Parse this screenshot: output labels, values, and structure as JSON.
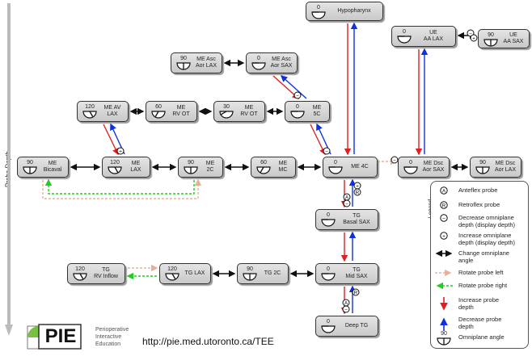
{
  "side_label": "Probe Depth",
  "nodes": [
    {
      "id": "hypopharynx",
      "angle": "0",
      "label": "Hypopharynx"
    },
    {
      "id": "ue-aa-lax",
      "angle": "0",
      "label": "UE\nAA LAX"
    },
    {
      "id": "ue-aa-sax",
      "angle": "90",
      "label": "UE\nAA SAX"
    },
    {
      "id": "me-asc-aor-lax",
      "angle": "90",
      "label": "ME Asc\nAor LAX"
    },
    {
      "id": "me-asc-aor-sax",
      "angle": "0",
      "label": "ME Asc\nAor SAX"
    },
    {
      "id": "me-av-lax",
      "angle": "120",
      "label": "ME AV\nLAX"
    },
    {
      "id": "me-rv-ot-60",
      "angle": "60",
      "label": "ME\nRV OT"
    },
    {
      "id": "me-rv-ot-30",
      "angle": "30",
      "label": "ME\nRV OT"
    },
    {
      "id": "me-5c",
      "angle": "0",
      "label": "ME\n5C"
    },
    {
      "id": "me-bicaval",
      "angle": "90",
      "label": "ME\nBicaval"
    },
    {
      "id": "me-lax",
      "angle": "120",
      "label": "ME\nLAX"
    },
    {
      "id": "me-2c",
      "angle": "90",
      "label": "ME\n2C"
    },
    {
      "id": "me-mc",
      "angle": "60",
      "label": "ME\nMC"
    },
    {
      "id": "me-4c",
      "angle": "0",
      "label": "ME 4C"
    },
    {
      "id": "me-dsc-aor-sax",
      "angle": "0",
      "label": "ME Dsc\nAor SAX"
    },
    {
      "id": "me-dsc-aor-lax",
      "angle": "90",
      "label": "ME Dsc\nAor LAX"
    },
    {
      "id": "tg-basal-sax",
      "angle": "0",
      "label": "TG\nBasal SAX"
    },
    {
      "id": "tg-rv-inflow",
      "angle": "120",
      "label": "TG\nRV Inflow"
    },
    {
      "id": "tg-lax",
      "angle": "120",
      "label": "TG LAX"
    },
    {
      "id": "tg-2c",
      "angle": "90",
      "label": "TG 2C"
    },
    {
      "id": "tg-mid-sax",
      "angle": "0",
      "label": "TG\nMid SAX"
    },
    {
      "id": "deep-tg",
      "angle": "0",
      "label": "Deep TG"
    }
  ],
  "legend": {
    "title": "Legend",
    "items": [
      {
        "symbol": "A",
        "text": "Anteflex probe"
      },
      {
        "symbol": "R",
        "text": "Retroflex probe"
      },
      {
        "symbol": "−",
        "text": "Decrease omniplane\ndepth (display depth)"
      },
      {
        "symbol": "+",
        "text": "Increase omniplane\ndepth (display depth)"
      },
      {
        "symbol": "double-arrow",
        "text": "Change omniplane\nangle"
      },
      {
        "symbol": "dashed-peach",
        "text": "Rotate probe left"
      },
      {
        "symbol": "dashed-green",
        "text": "Rotate probe right"
      },
      {
        "symbol": "red-arrow",
        "text": "Increase probe\ndepth"
      },
      {
        "symbol": "blue-arrow",
        "text": "Decrease probe\ndepth"
      },
      {
        "symbol": "omniplane",
        "angle": "90",
        "text": "Omniplane angle"
      }
    ]
  },
  "footer": {
    "logo_text": "PIE",
    "org_lines": [
      "Perioperative",
      "Interactive",
      "Education"
    ],
    "url": "http://pie.med.utoronto.ca/TEE"
  },
  "colors": {
    "increase_depth": "#e02020",
    "decrease_depth": "#1030e0",
    "rotate_left": "#e8b09a",
    "rotate_right": "#22cc22",
    "node_fill": "#d4d4d4"
  }
}
